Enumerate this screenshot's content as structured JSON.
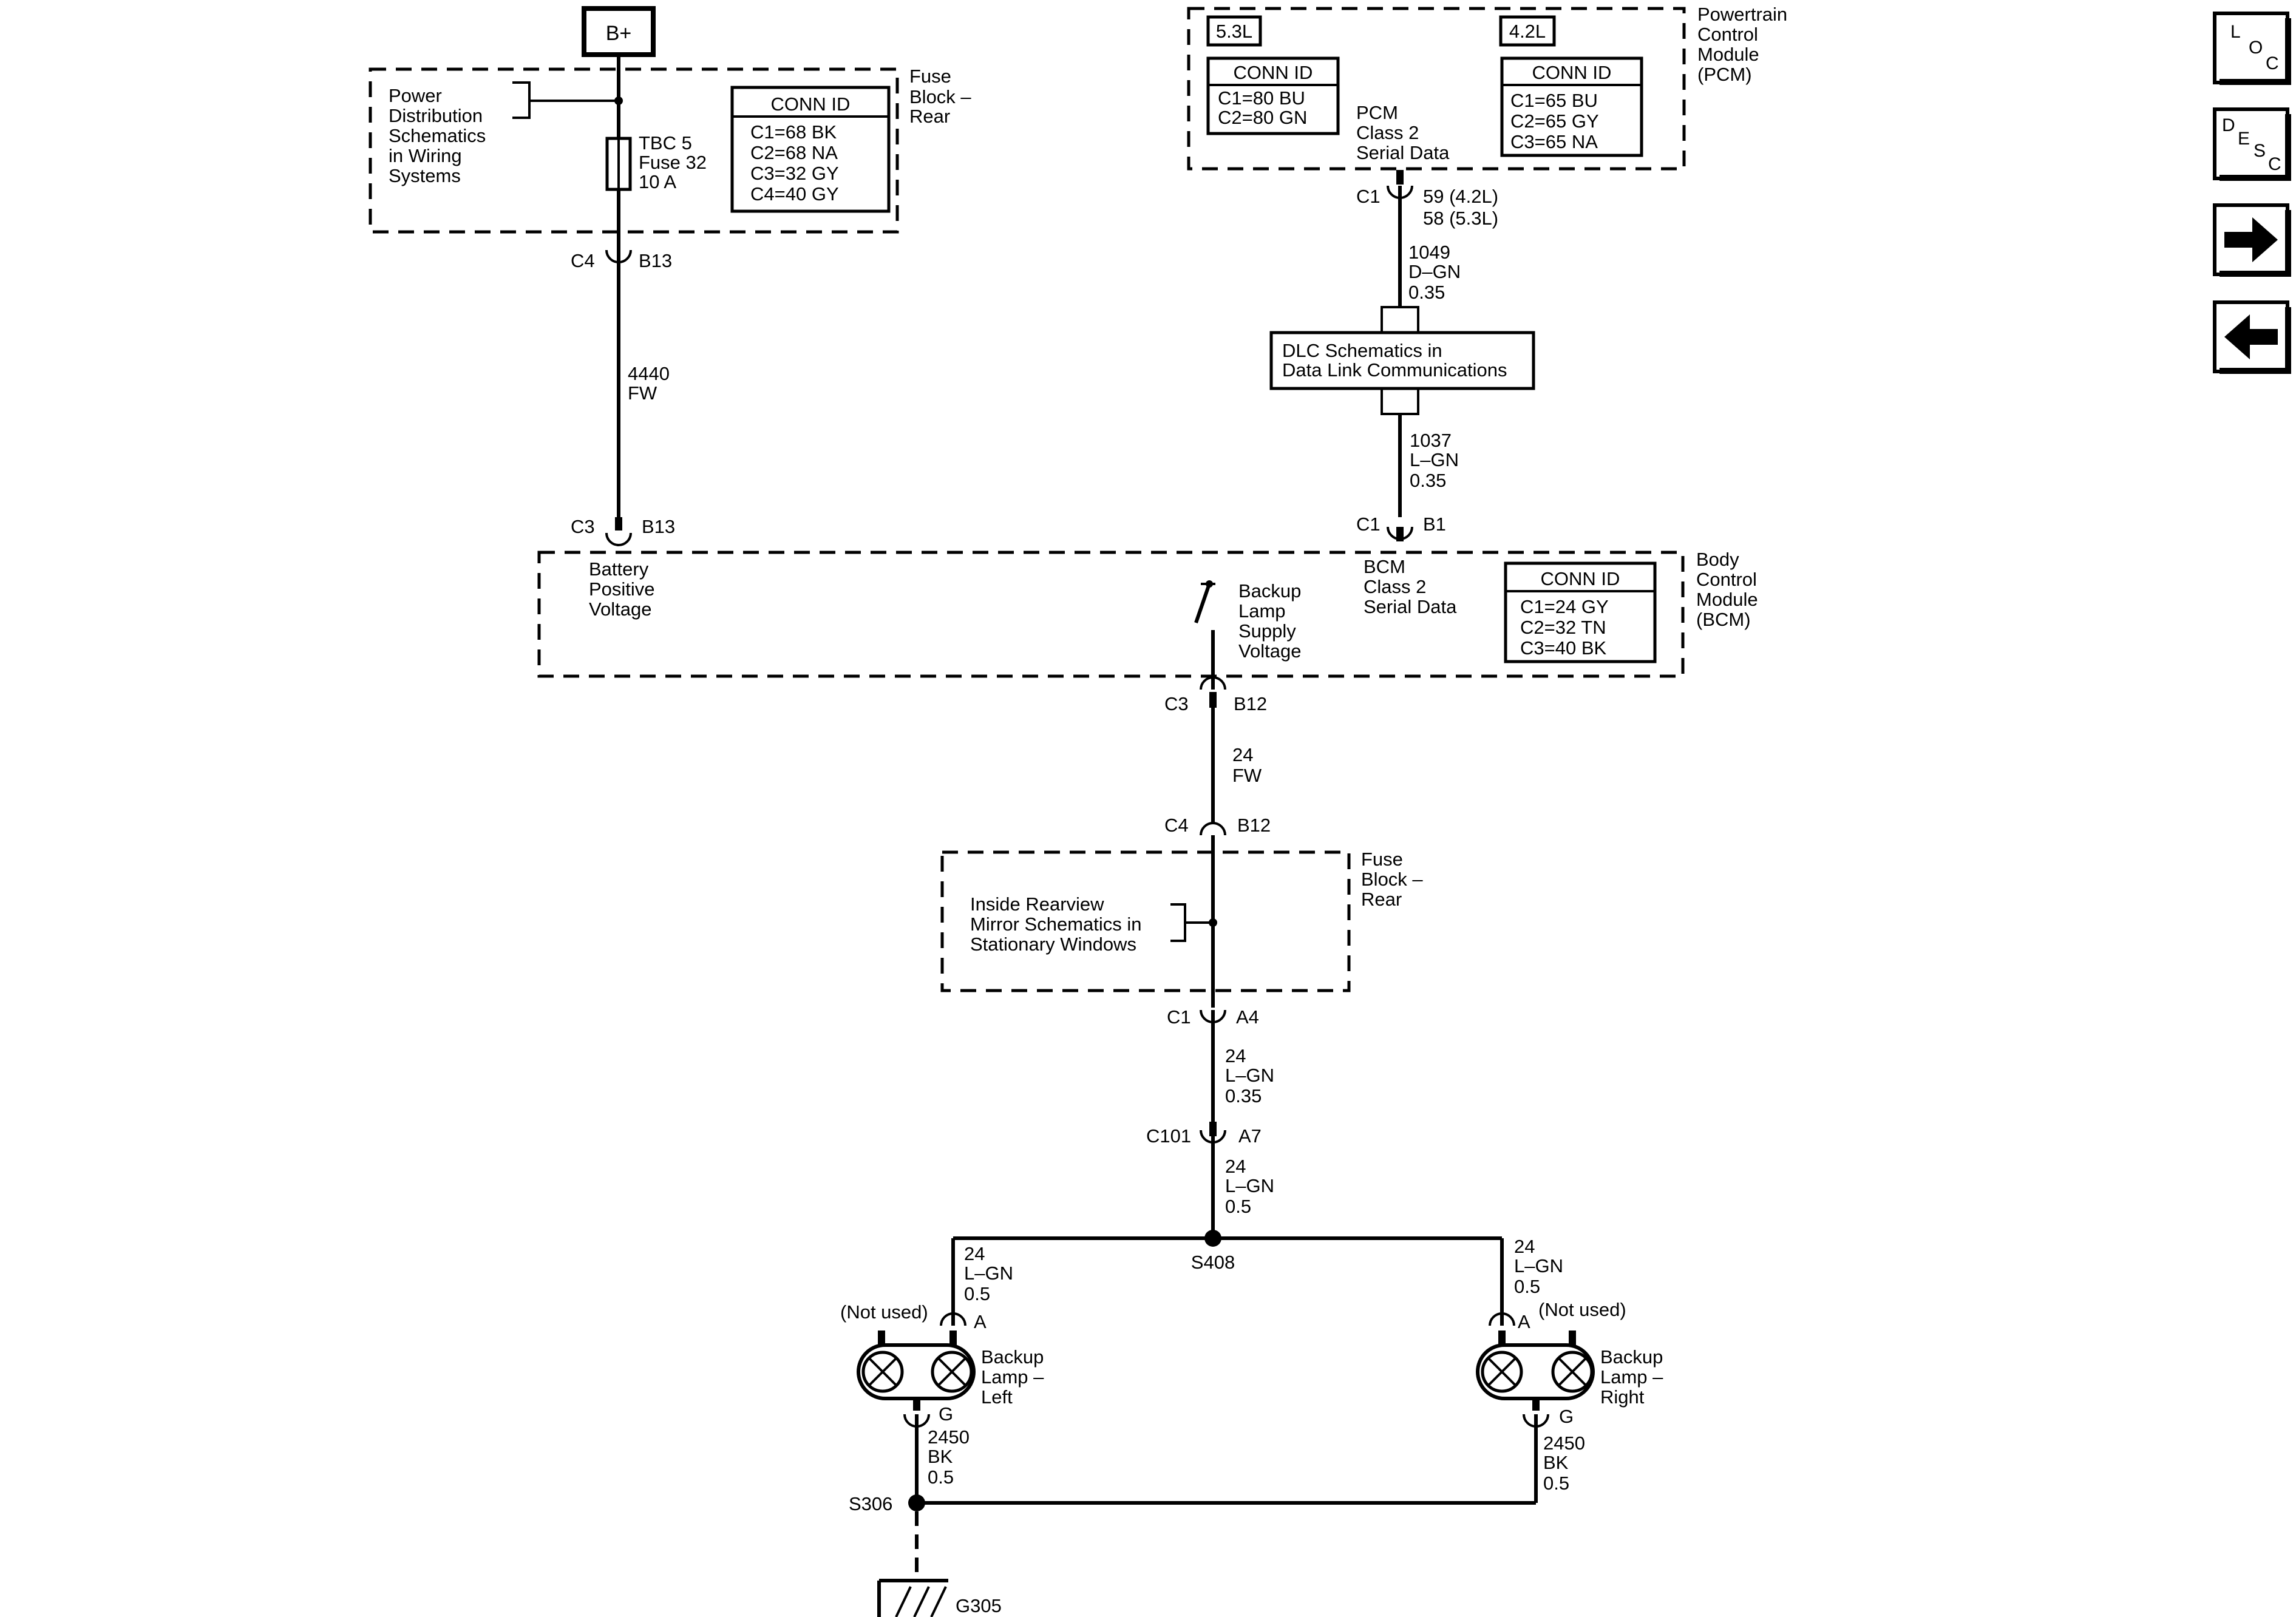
{
  "power_source": {
    "label": "B+"
  },
  "fuse_block_top": {
    "title": [
      "Fuse",
      "Block –",
      "Rear"
    ],
    "ref_text": [
      "Power",
      "Distribution",
      "Schematics",
      "in Wiring",
      "Systems"
    ],
    "fuse_label": [
      "TBC 5",
      "Fuse 32",
      "10 A"
    ],
    "conn_id": {
      "header": "CONN ID",
      "rows": [
        "C1=68 BK",
        "C2=68 NA",
        "C3=32 GY",
        "C4=40 GY"
      ]
    }
  },
  "pcm": {
    "title": [
      "Powertrain",
      "Control",
      "Module",
      "(PCM)"
    ],
    "variant_a": {
      "tag": "5.3L",
      "header": "CONN ID",
      "rows": [
        "C1=80 BU",
        "C2=80 GN"
      ]
    },
    "variant_b": {
      "tag": "4.2L",
      "header": "CONN ID",
      "rows": [
        "C1=65 BU",
        "C2=65 GY",
        "C3=65 NA"
      ]
    },
    "data_label": [
      "PCM",
      "Class 2",
      "Serial Data"
    ],
    "connector": "C1",
    "pins": [
      "59 (4.2L)",
      "58 (5.3L)"
    ]
  },
  "wires": {
    "w4440": [
      "4440",
      "FW"
    ],
    "w1049": [
      "1049",
      "D–GN",
      "0.35"
    ],
    "w1037": [
      "1037",
      "L–GN",
      "0.35"
    ],
    "w24_fw": [
      "24",
      "FW"
    ],
    "w24_a": [
      "24",
      "L–GN",
      "0.35"
    ],
    "w24_b": [
      "24",
      "L–GN",
      "0.5"
    ],
    "w24_left": [
      "24",
      "L–GN",
      "0.5"
    ],
    "w24_right": [
      "24",
      "L–GN",
      "0.5"
    ],
    "w2450_left": [
      "2450",
      "BK",
      "0.5"
    ],
    "w2450_right": [
      "2450",
      "BK",
      "0.5"
    ]
  },
  "dlc": {
    "text": [
      "DLC Schematics in",
      "Data Link Communications"
    ]
  },
  "connectors": {
    "c4_b13": {
      "conn": "C4",
      "pin": "B13"
    },
    "c3_b13": {
      "conn": "C3",
      "pin": "B13"
    },
    "c1_b1": {
      "conn": "C1",
      "pin": "B1"
    },
    "c3_b12": {
      "conn": "C3",
      "pin": "B12"
    },
    "c4_b12": {
      "conn": "C4",
      "pin": "B12"
    },
    "c1_a4": {
      "conn": "C1",
      "pin": "A4"
    },
    "c101_a7": {
      "conn": "C101",
      "pin": "A7"
    }
  },
  "bcm": {
    "title": [
      "Body",
      "Control",
      "Module",
      "(BCM)"
    ],
    "battery_label": [
      "Battery",
      "Positive",
      "Voltage"
    ],
    "switch_label": [
      "Backup",
      "Lamp",
      "Supply",
      "Voltage"
    ],
    "data_label": [
      "BCM",
      "Class 2",
      "Serial Data"
    ],
    "conn_id": {
      "header": "CONN ID",
      "rows": [
        "C1=24 GY",
        "C2=32 TN",
        "C3=40 BK"
      ]
    }
  },
  "fuse_block_mid": {
    "title": [
      "Fuse",
      "Block –",
      "Rear"
    ],
    "ref_text": [
      "Inside Rearview",
      "Mirror Schematics in",
      "Stationary Windows"
    ]
  },
  "splices": {
    "s408": "S408",
    "s306": "S306"
  },
  "lamp_left": {
    "label": [
      "Backup",
      "Lamp –",
      "Left"
    ],
    "not_used": "(Not used)",
    "pin_a": "A",
    "pin_g": "G"
  },
  "lamp_right": {
    "label": [
      "Backup",
      "Lamp –",
      "Right"
    ],
    "not_used": "(Not used)",
    "pin_a": "A",
    "pin_g": "G"
  },
  "ground": {
    "label": "G305"
  },
  "nav": {
    "loc": [
      "L",
      "O",
      "C"
    ],
    "desc": [
      "D",
      "E",
      "S",
      "C"
    ],
    "forward_icon": "arrow-right-icon",
    "back_icon": "arrow-left-icon"
  }
}
